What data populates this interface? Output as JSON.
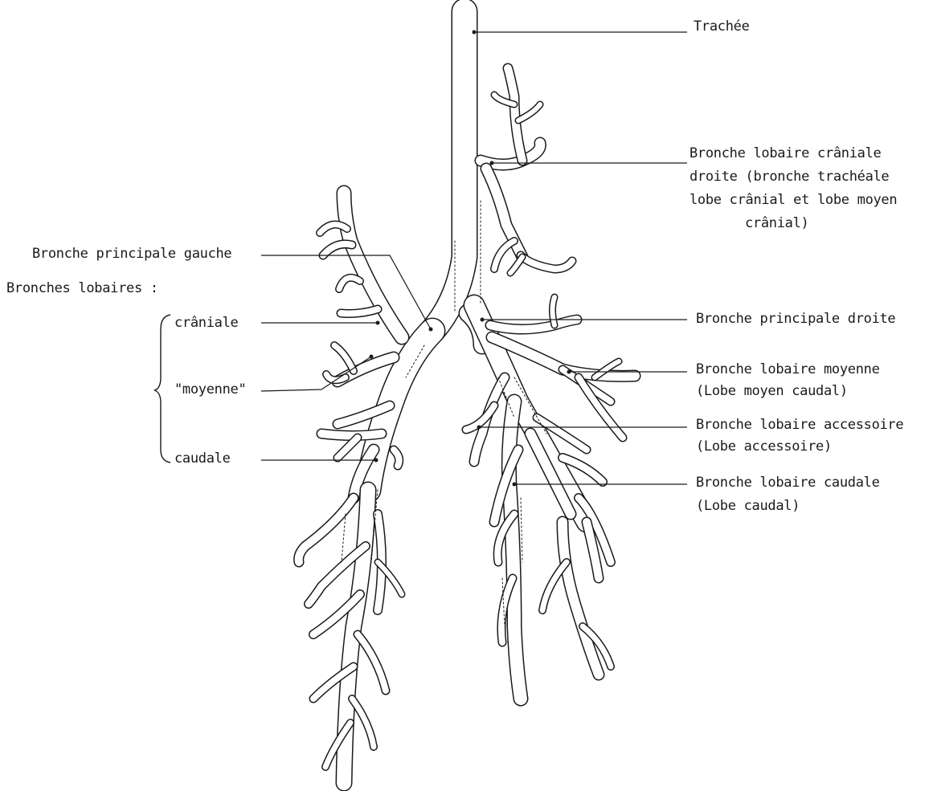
{
  "labels": {
    "trachea": "Trachée",
    "right_cranial_lobar": [
      "Bronche lobaire crâniale",
      "droite (bronche trachéale",
      "lobe crânial et lobe moyen",
      "crânial)"
    ],
    "left_main": "Bronche principale gauche",
    "lobar_heading": "Bronches lobaires :",
    "left_cranial": "crâniale",
    "left_middle": "\"moyenne\"",
    "left_caudal": "caudale",
    "right_main": "Bronche principale droite",
    "right_middle": [
      "Bronche lobaire moyenne",
      "(Lobe moyen caudal)"
    ],
    "accessory": [
      "Bronche lobaire accessoire",
      "(Lobe accessoire)"
    ],
    "right_caudal": [
      "Bronche lobaire caudale",
      "(Lobe caudal)"
    ]
  },
  "colors": {
    "ink": "#1a1a1a",
    "paper": "#ffffff"
  }
}
